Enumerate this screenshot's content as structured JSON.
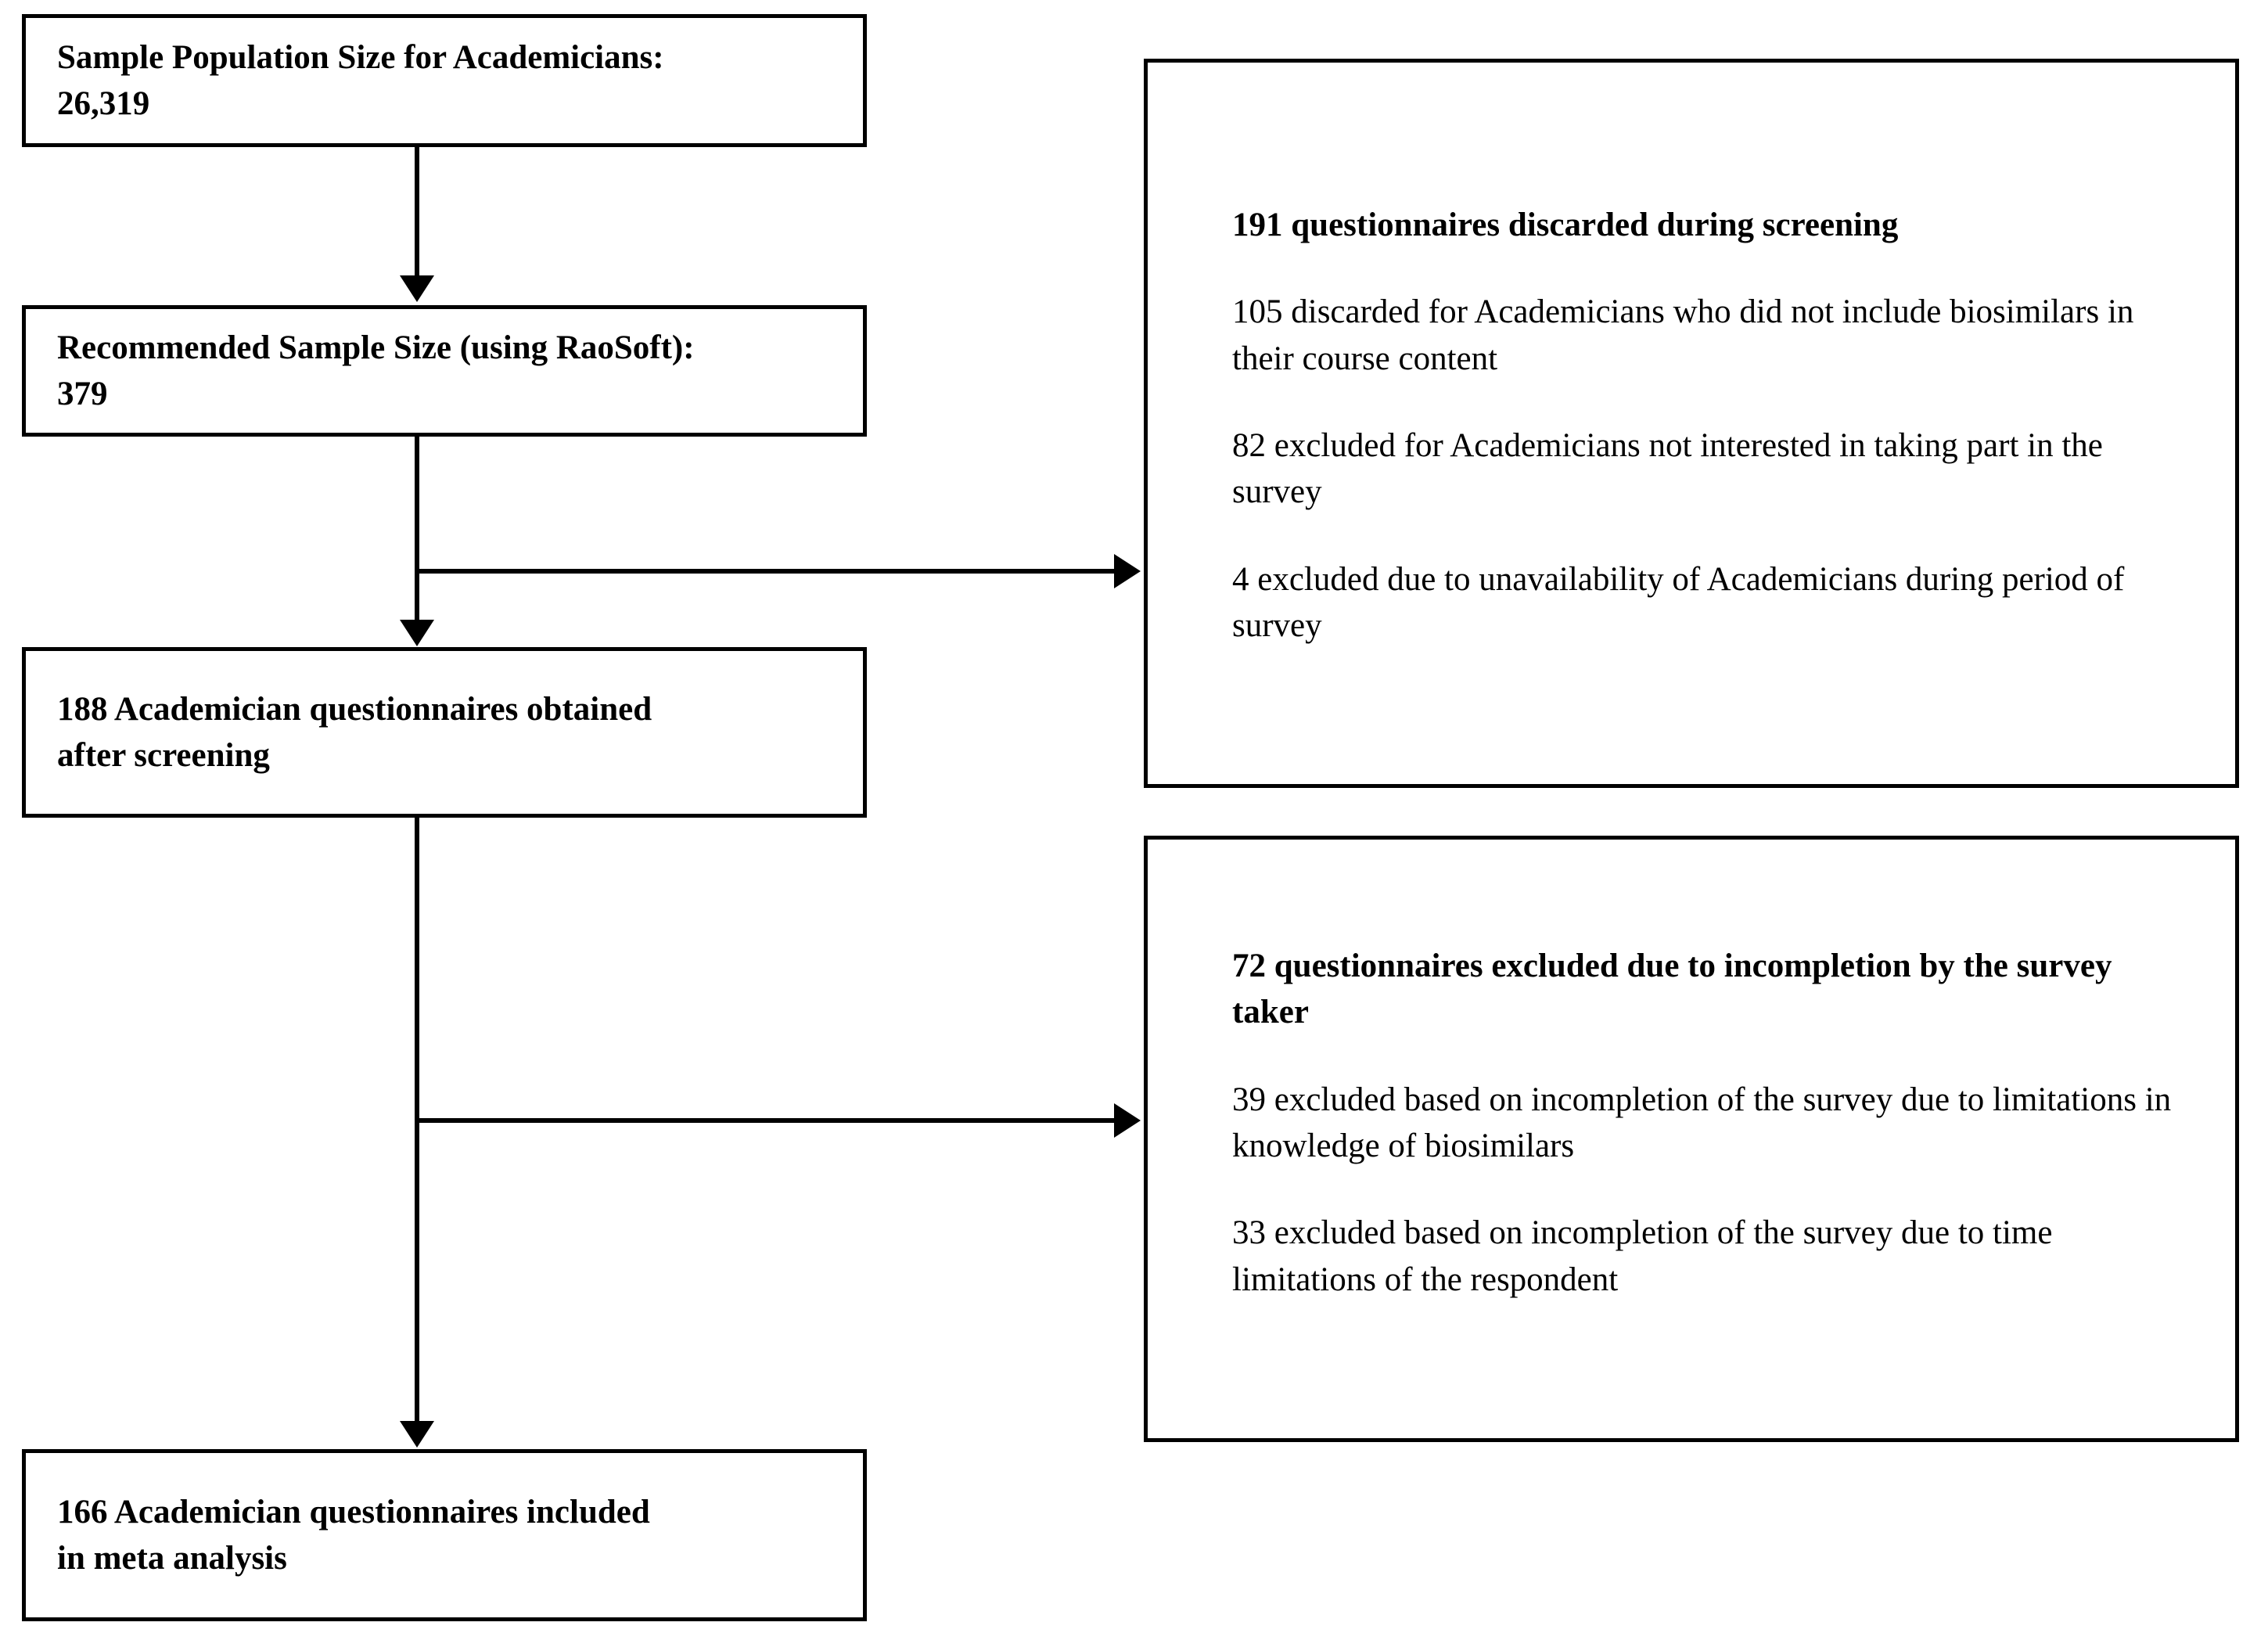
{
  "diagram": {
    "title": "Academician questionnaire screening flowchart",
    "type": "flowchart",
    "line_color": "#000000",
    "box_border_color": "#000000",
    "background_color": "#ffffff"
  },
  "boxes": {
    "sample_population": {
      "text": "Sample Population Size for Academicians:\n26,319",
      "bold": true
    },
    "recommended_size": {
      "text": "Recommended Sample Size (using RaoSoft):\n379",
      "bold": true
    },
    "obtained_after_screening": {
      "text": "188 Academician questionnaires obtained\nafter screening",
      "bold": true
    },
    "included_in_meta_analysis": {
      "text": "166 Academician questionnaires included\nin meta analysis",
      "bold": true
    },
    "discarded_screening": {
      "heading": "191 questionnaires discarded during screening",
      "reasons": [
        "105 discarded for Academicians who did not include biosimilars in their course content",
        "82 excluded for Academicians not interested in taking part in the survey",
        "4 excluded due to unavailability of Academicians during period of survey"
      ]
    },
    "excluded_incompletion": {
      "heading": "72 questionnaires excluded due to incompletion by the survey taker",
      "reasons": [
        "39 excluded based on incompletion of the survey due to limitations in knowledge of biosimilars",
        "33 excluded based on incompletion of the survey due to time limitations of the respondent"
      ]
    }
  },
  "chart_data": {
    "type": "flowchart",
    "nodes": [
      {
        "id": "sample_population",
        "label": "Sample Population Size for Academicians: 26,319",
        "value": 26319
      },
      {
        "id": "recommended_size",
        "label": "Recommended Sample Size (using RaoSoft): 379",
        "value": 379
      },
      {
        "id": "obtained_after_screening",
        "label": "188 Academician questionnaires obtained after screening",
        "value": 188
      },
      {
        "id": "included_in_meta_analysis",
        "label": "166 Academician questionnaires included in meta analysis",
        "value": 166
      },
      {
        "id": "discarded_screening",
        "label": "191 questionnaires discarded during screening",
        "value": 191
      },
      {
        "id": "excluded_incompletion",
        "label": "72 questionnaires excluded due to incompletion by the survey taker",
        "value": 72
      }
    ],
    "edges": [
      {
        "from": "sample_population",
        "to": "recommended_size"
      },
      {
        "from": "recommended_size",
        "to": "obtained_after_screening"
      },
      {
        "from": "recommended_size",
        "to": "discarded_screening"
      },
      {
        "from": "obtained_after_screening",
        "to": "included_in_meta_analysis"
      },
      {
        "from": "obtained_after_screening",
        "to": "excluded_incompletion"
      }
    ]
  }
}
